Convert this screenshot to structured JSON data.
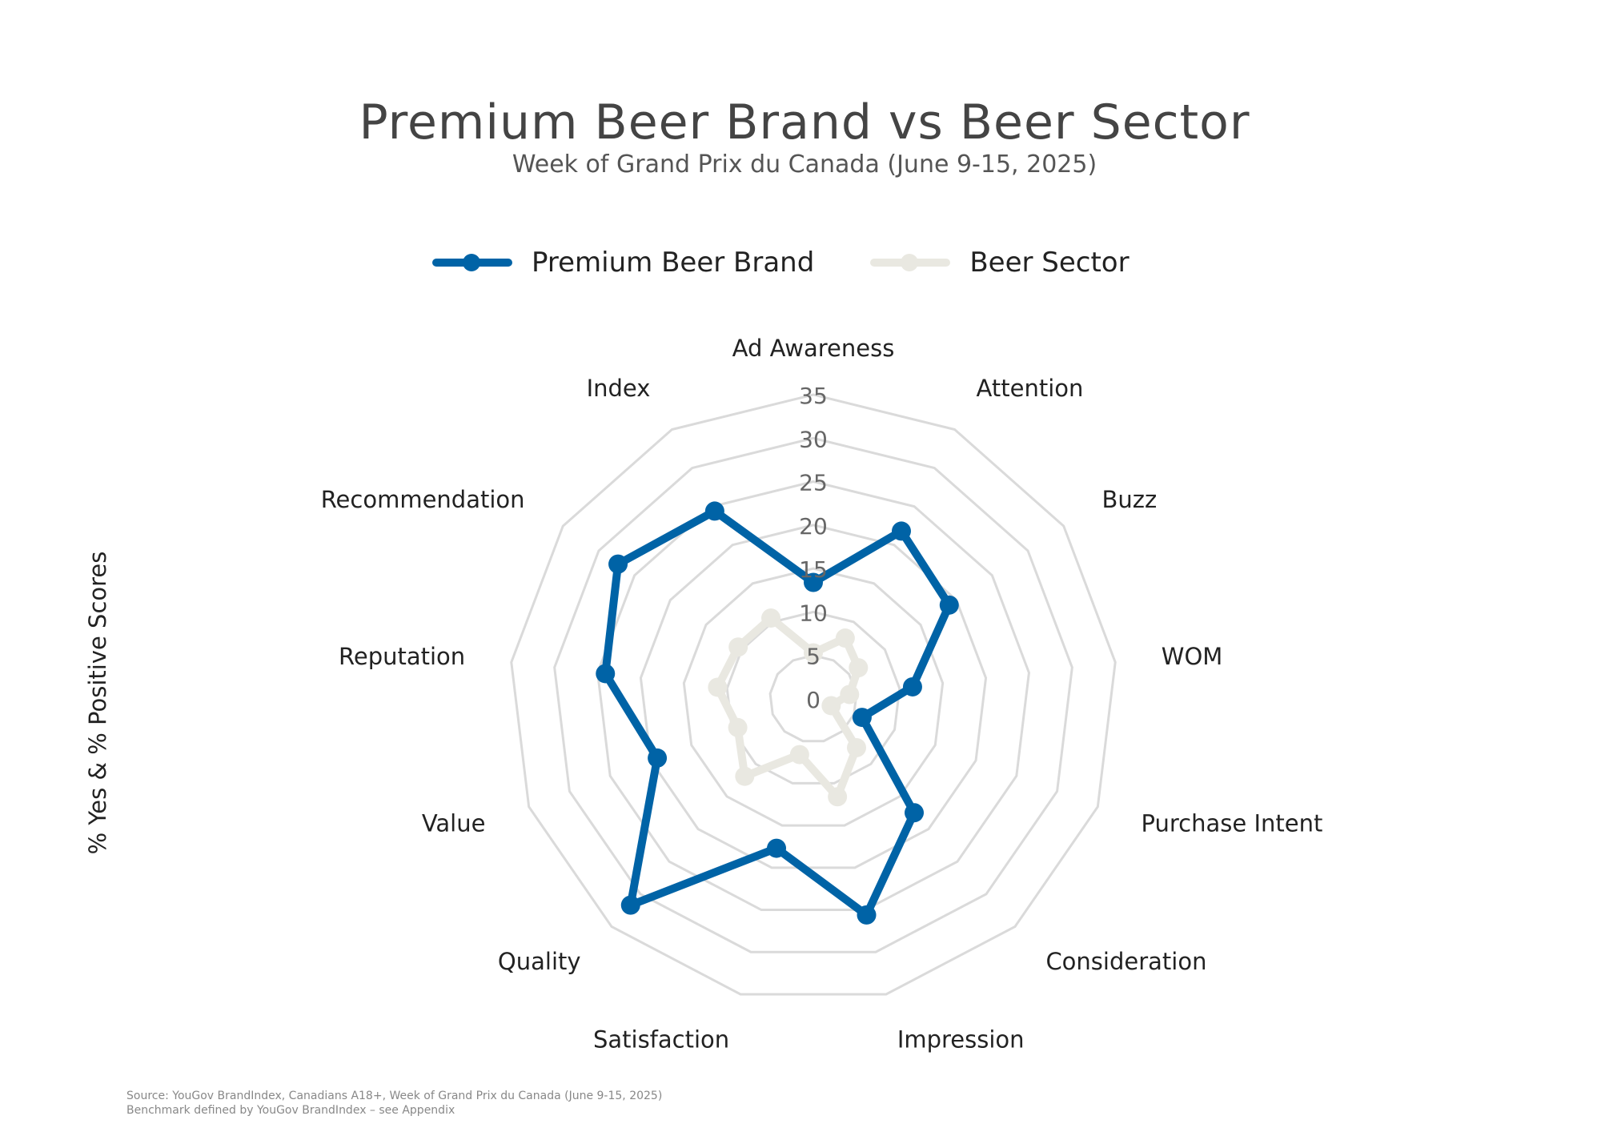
{
  "chart_data": {
    "type": "radar",
    "title": "Premium Beer Brand vs Beer Sector",
    "subtitle": "Week of Grand Prix du Canada (June 9-15, 2025)",
    "ylabel": "% Yes & % Positive Scores",
    "rlim": [
      0,
      35
    ],
    "rticks": [
      "0",
      "5",
      "10",
      "15",
      "20",
      "25",
      "30",
      "35"
    ],
    "grid": true,
    "legend_position": "top",
    "categories": [
      "Ad Awareness",
      "Attention",
      "Buzz",
      "WOM",
      "Purchase Intent",
      "Consideration",
      "Impression",
      "Satisfaction",
      "Quality",
      "Value",
      "Reputation",
      "Recommendation",
      "Index"
    ],
    "series": [
      {
        "name": "Premium Beer Brand",
        "color": "#0063A6",
        "values": [
          13.4,
          21.8,
          19.0,
          11.5,
          6.0,
          17.5,
          25.6,
          17.7,
          31.7,
          19.2,
          24.1,
          27.3,
          24.4
        ]
      },
      {
        "name": "Beer Sector",
        "color": "#E9E8E1",
        "values": [
          5.3,
          7.9,
          6.3,
          4.2,
          2.2,
          7.5,
          11.6,
          6.6,
          11.9,
          9.3,
          11.1,
          10.5,
          10.5
        ]
      }
    ]
  },
  "source": {
    "line1": "Source: YouGov BrandIndex, Canadians A18+, Week of Grand Prix du Canada (June 9-15, 2025)",
    "line2": "Benchmark defined by YouGov BrandIndex – see Appendix"
  }
}
